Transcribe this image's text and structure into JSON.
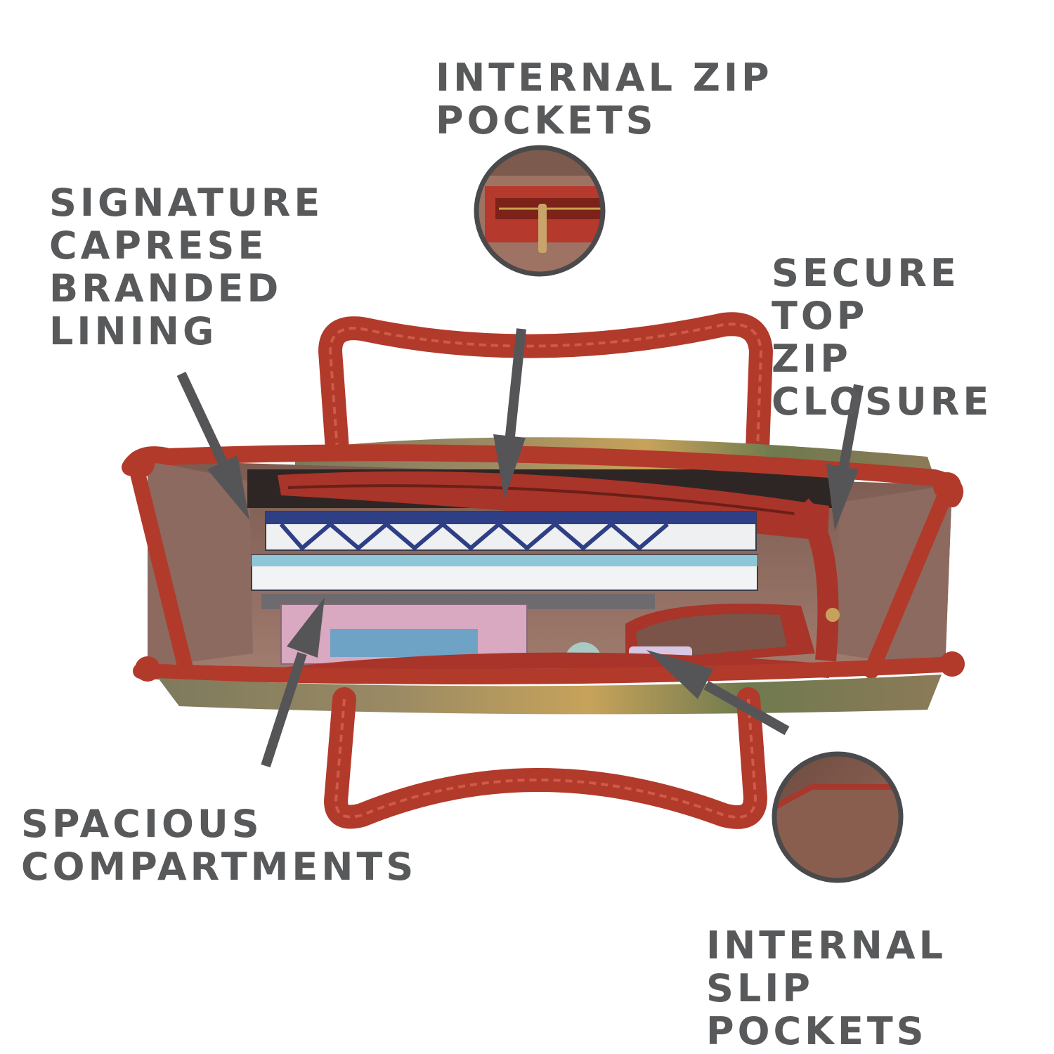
{
  "callouts": {
    "internal_zip_pockets": "INTERNAL ZIP\nPOCKETS",
    "signature_lining": "SIGNATURE\nCAPRESE\nBRANDED\nLINING",
    "secure_top_zip": "SECURE TOP\nZIP CLOSURE",
    "spacious_compartments": "SPACIOUS\nCOMPARTMENTS",
    "internal_slip_pockets": "INTERNAL SLIP\nPOCKETS"
  },
  "colors": {
    "text": "#58595b",
    "arrow": "#555557",
    "leather": "#b53a2c",
    "lining": "#8f6a5f",
    "background": "#ffffff"
  }
}
